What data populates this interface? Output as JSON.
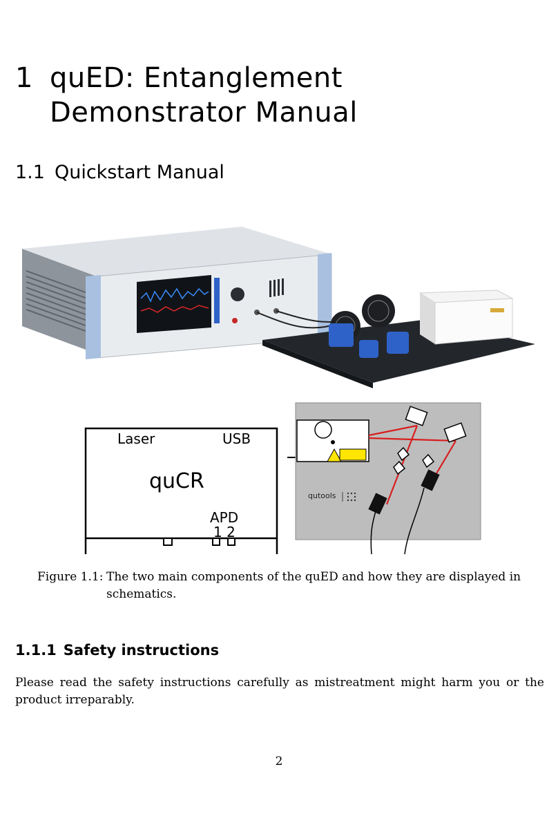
{
  "chapter": {
    "number": "1",
    "title_line1": "quED: Entanglement",
    "title_line2": "Demonstrator Manual"
  },
  "section": {
    "number": "1.1",
    "title": "Quickstart Manual"
  },
  "schematic": {
    "box_label": "quCR",
    "laser_label": "Laser",
    "usb_label": "USB",
    "apd_label": "APD",
    "apd_ports": "1 2",
    "logo_text": "qutools"
  },
  "figure": {
    "label": "Figure 1.1:",
    "caption": "The two main components of the quED and how they are displayed in schematics."
  },
  "subsection": {
    "number": "1.1.1",
    "title": "Safety instructions"
  },
  "body": "Please read the safety instructions carefully as mistreatment might harm you or the product irreparably.",
  "page_number": "2",
  "colors": {
    "device_blue": "#2f62c8",
    "laser_red": "#d81e1e",
    "panel_gray": "#bdbdbd",
    "warning_yellow": "#ffe600"
  }
}
